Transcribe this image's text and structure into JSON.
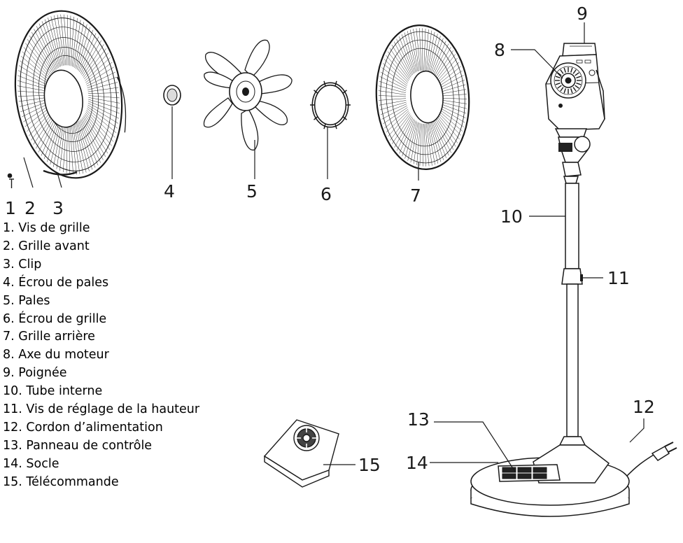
{
  "callouts": {
    "c1": "1",
    "c2": "2",
    "c3": "3",
    "c4": "4",
    "c5": "5",
    "c6": "6",
    "c7": "7",
    "c8": "8",
    "c9": "9",
    "c10": "10",
    "c11": "11",
    "c12": "12",
    "c13": "13",
    "c14": "14",
    "c15": "15"
  },
  "legend": [
    "1. Vis de grille",
    "2. Grille avant",
    "3. Clip",
    "4. Écrou de pales",
    "5. Pales",
    "6. Écrou de grille",
    "7. Grille arrière",
    "8. Axe du moteur",
    "9. Poignée",
    "10. Tube interne",
    "11. Vis de réglage de la hauteur",
    "12. Cordon d’alimentation",
    "13. Panneau de contrôle",
    "14. Socle",
    "15. Télécommande"
  ],
  "colors": {
    "line": "#1a1a1a",
    "face": "#ffffff",
    "shade": "#d9d9d9"
  }
}
